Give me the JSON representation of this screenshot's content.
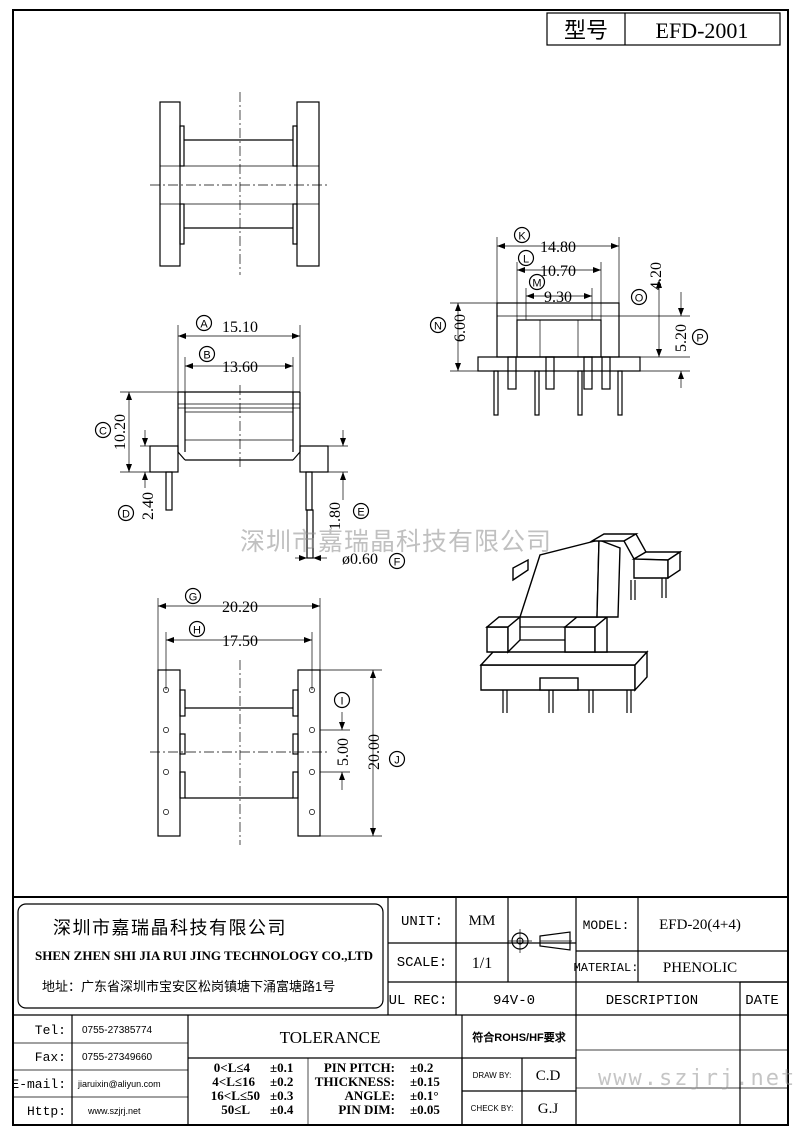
{
  "header": {
    "model_label": "型号",
    "model_value": "EFD-2001"
  },
  "dims": {
    "A": "15.10",
    "B": "13.60",
    "C": "10.20",
    "D": "2.40",
    "E": "1.80",
    "F": "ø0.60",
    "G": "20.20",
    "H": "17.50",
    "I": "5.00",
    "J": "20.00",
    "K": "14.80",
    "L": "10.70",
    "M": "9.30",
    "N": "6.00",
    "O": "4.20",
    "P": "5.20"
  },
  "letters": [
    "A",
    "B",
    "C",
    "D",
    "E",
    "F",
    "G",
    "H",
    "I",
    "J",
    "K",
    "L",
    "M",
    "N",
    "O",
    "P"
  ],
  "watermark": "深圳市嘉瑞晶科技有限公司",
  "watermark_url": "www.szjrj.net",
  "company": {
    "name_cn": "深圳市嘉瑞晶科技有限公司",
    "name_en": "SHEN ZHEN SHI  JIA RUI JING  TECHNOLOGY CO.,LTD",
    "address": "地址：广东省深圳市宝安区松岗镇塘下涌富塘路1号"
  },
  "contact": {
    "tel_label": "Tel:",
    "tel": "0755-27385774",
    "fax_label": "Fax:",
    "fax": "0755-27349660",
    "email_label": "E-mail:",
    "email": "jiaruixin@aliyun.com",
    "http_label": "Http:",
    "http": "www.szjrj.net"
  },
  "spec": {
    "unit_label": "UNIT:",
    "unit": "MM",
    "scale_label": "SCALE:",
    "scale": "1/1",
    "ul_label": "UL REC:",
    "ul": "94V-0",
    "model_label": "MODEL:",
    "model": "EFD-20(4+4)",
    "material_label": "MATERIAL:",
    "material": "PHENOLIC",
    "description_label": "DESCRIPTION",
    "date_label": "DATE"
  },
  "tolerance": {
    "title": "TOLERANCE",
    "rows": [
      {
        "range": "0<L≤4",
        "tol": "±0.1",
        "item": "PIN PITCH:",
        "val": "±0.2"
      },
      {
        "range": "4<L≤16",
        "tol": "±0.2",
        "item": "THICKNESS:",
        "val": "±0.15"
      },
      {
        "range": "16<L≤50",
        "tol": "±0.3",
        "item": "ANGLE:",
        "val": "±0.1°"
      },
      {
        "range": "50≤L",
        "tol": "±0.4",
        "item": "PIN DIM:",
        "val": "±0.05"
      }
    ]
  },
  "approval": {
    "rohs": "符合ROHS/HF要求",
    "draw_label": "DRAW BY:",
    "draw": "C.D",
    "check_label": "CHECK BY:",
    "check": "G.J"
  }
}
